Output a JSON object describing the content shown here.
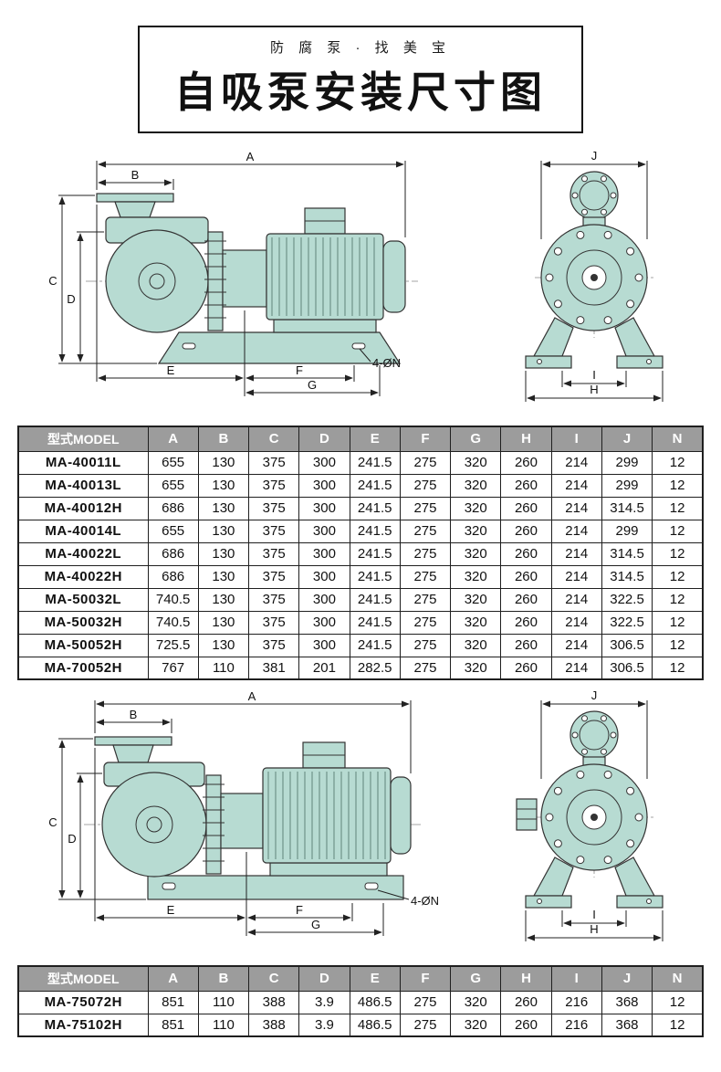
{
  "header": {
    "tagline": "防 腐 泵 · 找 美 宝",
    "title": "自吸泵安装尺寸图"
  },
  "colors": {
    "drawing_fill": "#b7dbd2",
    "drawing_stroke": "#333333",
    "table_header_bg": "#9c9c9c",
    "table_header_text": "#ffffff"
  },
  "dim_labels": {
    "a": "A",
    "b": "B",
    "c": "C",
    "d": "D",
    "e": "E",
    "f": "F",
    "g": "G",
    "h": "H",
    "i": "I",
    "j": "J",
    "n": "4-ØN"
  },
  "table1": {
    "headers": [
      "型式MODEL",
      "A",
      "B",
      "C",
      "D",
      "E",
      "F",
      "G",
      "H",
      "I",
      "J",
      "N"
    ],
    "rows": [
      [
        "MA-40011L",
        "655",
        "130",
        "375",
        "300",
        "241.5",
        "275",
        "320",
        "260",
        "214",
        "299",
        "12"
      ],
      [
        "MA-40013L",
        "655",
        "130",
        "375",
        "300",
        "241.5",
        "275",
        "320",
        "260",
        "214",
        "299",
        "12"
      ],
      [
        "MA-40012H",
        "686",
        "130",
        "375",
        "300",
        "241.5",
        "275",
        "320",
        "260",
        "214",
        "314.5",
        "12"
      ],
      [
        "MA-40014L",
        "655",
        "130",
        "375",
        "300",
        "241.5",
        "275",
        "320",
        "260",
        "214",
        "299",
        "12"
      ],
      [
        "MA-40022L",
        "686",
        "130",
        "375",
        "300",
        "241.5",
        "275",
        "320",
        "260",
        "214",
        "314.5",
        "12"
      ],
      [
        "MA-40022H",
        "686",
        "130",
        "375",
        "300",
        "241.5",
        "275",
        "320",
        "260",
        "214",
        "314.5",
        "12"
      ],
      [
        "MA-50032L",
        "740.5",
        "130",
        "375",
        "300",
        "241.5",
        "275",
        "320",
        "260",
        "214",
        "322.5",
        "12"
      ],
      [
        "MA-50032H",
        "740.5",
        "130",
        "375",
        "300",
        "241.5",
        "275",
        "320",
        "260",
        "214",
        "322.5",
        "12"
      ],
      [
        "MA-50052H",
        "725.5",
        "130",
        "375",
        "300",
        "241.5",
        "275",
        "320",
        "260",
        "214",
        "306.5",
        "12"
      ],
      [
        "MA-70052H",
        "767",
        "110",
        "381",
        "201",
        "282.5",
        "275",
        "320",
        "260",
        "214",
        "306.5",
        "12"
      ]
    ]
  },
  "table2": {
    "headers": [
      "型式MODEL",
      "A",
      "B",
      "C",
      "D",
      "E",
      "F",
      "G",
      "H",
      "I",
      "J",
      "N"
    ],
    "rows": [
      [
        "MA-75072H",
        "851",
        "110",
        "388",
        "3.9",
        "486.5",
        "275",
        "320",
        "260",
        "216",
        "368",
        "12"
      ],
      [
        "MA-75102H",
        "851",
        "110",
        "388",
        "3.9",
        "486.5",
        "275",
        "320",
        "260",
        "216",
        "368",
        "12"
      ]
    ]
  }
}
